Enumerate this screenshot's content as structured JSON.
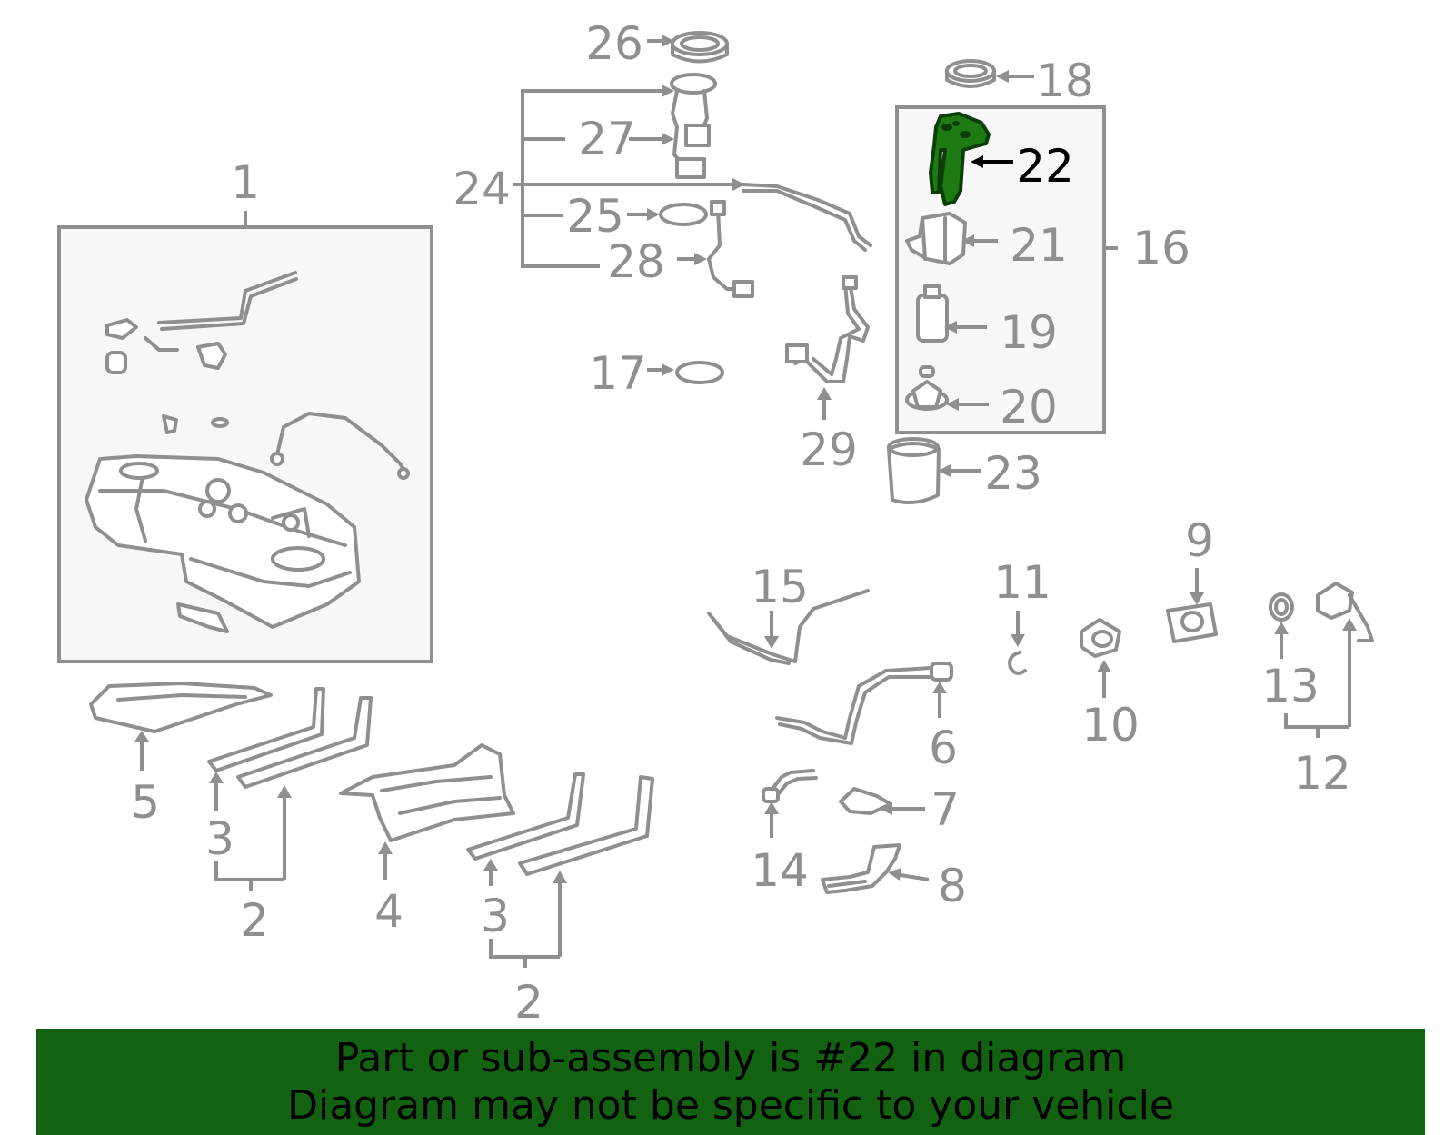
{
  "labels": {
    "n1": "1",
    "n2a": "2",
    "n2b": "2",
    "n3a": "3",
    "n3b": "3",
    "n4": "4",
    "n5": "5",
    "n6": "6",
    "n7": "7",
    "n8": "8",
    "n9": "9",
    "n10": "10",
    "n11": "11",
    "n12": "12",
    "n13": "13",
    "n14": "14",
    "n15": "15",
    "n16": "16",
    "n17": "17",
    "n18": "18",
    "n19": "19",
    "n20": "20",
    "n21": "21",
    "n22": "22",
    "n23": "23",
    "n24": "24",
    "n25": "25",
    "n26": "26",
    "n27": "27",
    "n28": "28",
    "n29": "29"
  },
  "highlight": {
    "part_number": "22",
    "color": "#1e7a12"
  },
  "banner": {
    "line1": "Part or sub-assembly is #22 in diagram",
    "line2": "Diagram may not be specific to your vehicle",
    "color": "#126212"
  }
}
